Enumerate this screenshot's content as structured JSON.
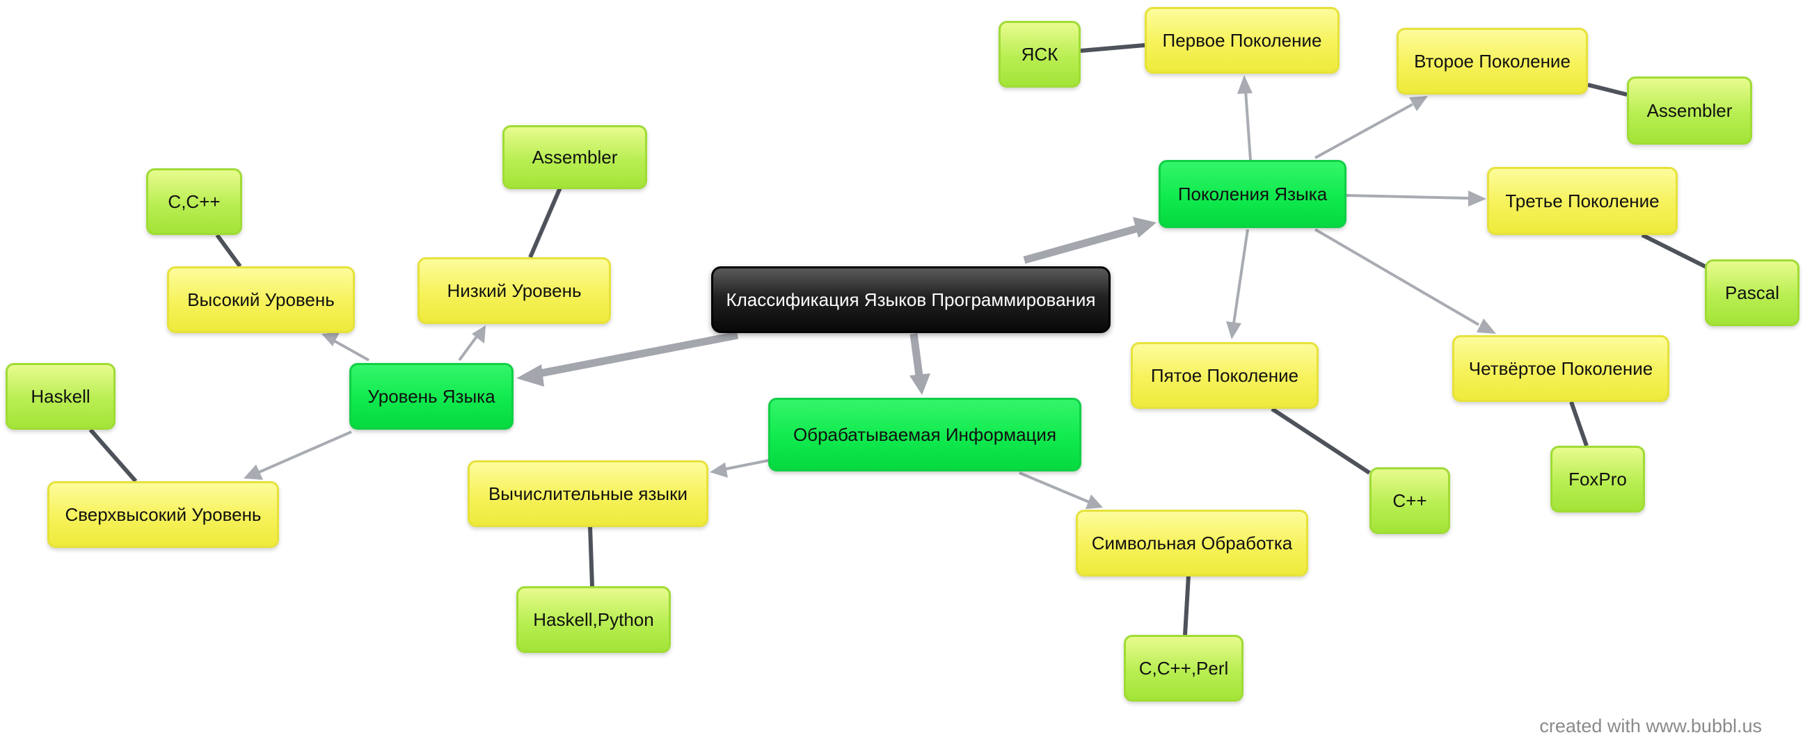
{
  "root": "Классификация Языков Программирования",
  "categories": {
    "level": "Уровень Языка",
    "info": "Обрабатываемая Информация",
    "generations": "Поколения Языка"
  },
  "level_nodes": {
    "high": "Высокий Уровень",
    "low": "Низкий Уровень",
    "very_high": "Сверхвысокий Уровень"
  },
  "level_leaves": {
    "high": "C,C++",
    "low": "Assembler",
    "very_high": "Haskell"
  },
  "info_nodes": {
    "computational": "Вычислительные языки",
    "symbolic": "Символьная Обработка"
  },
  "info_leaves": {
    "computational": "Haskell,Python",
    "symbolic": "C,C++,Perl"
  },
  "generation_nodes": {
    "first": "Первое Поколение",
    "second": "Второе Поколение",
    "third": "Третье Поколение",
    "fourth": "Четвёртое Поколение",
    "fifth": "Пятое Поколение"
  },
  "generation_leaves": {
    "first": "ЯСК",
    "second": "Assembler",
    "third": "Pascal",
    "fourth": "FoxPro",
    "fifth": "C++"
  },
  "footer": "created with www.bubbl.us"
}
